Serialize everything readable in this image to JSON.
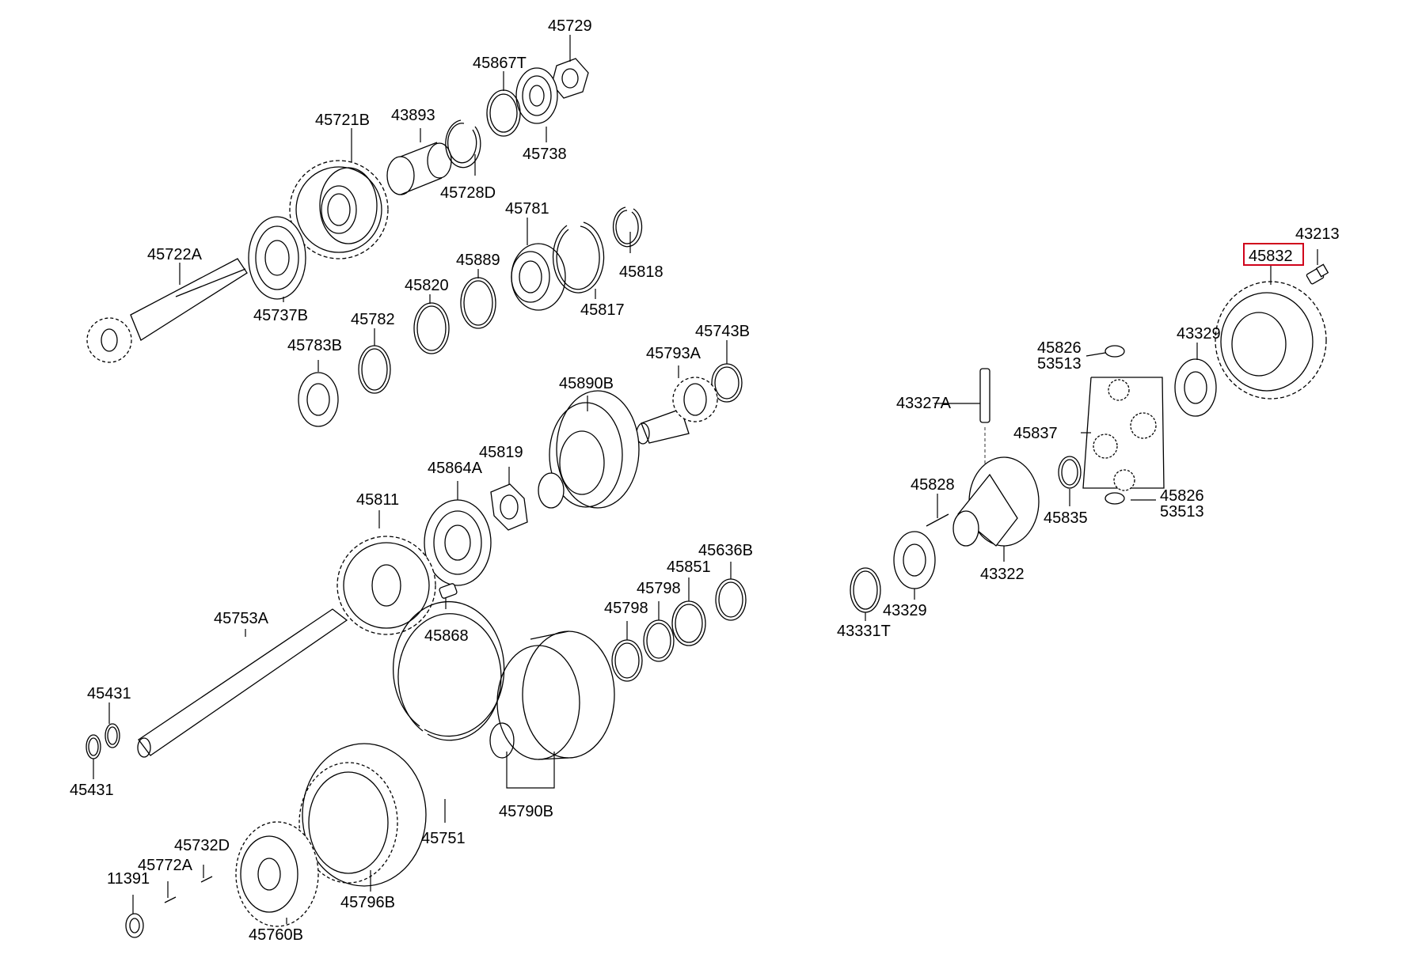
{
  "highlight_color": "#d0021b",
  "highlighted_part": "45832",
  "labels": {
    "p45729": "45729",
    "p45867T": "45867T",
    "p45721B": "45721B",
    "p43893": "43893",
    "p45738": "45738",
    "p45728D": "45728D",
    "p45781": "45781",
    "p45722A": "45722A",
    "p45889": "45889",
    "p45818": "45818",
    "p45820": "45820",
    "p45737B": "45737B",
    "p45817": "45817",
    "p45782": "45782",
    "p45783B": "45783B",
    "p45743B": "45743B",
    "p45793A": "45793A",
    "p45890B": "45890B",
    "p45819": "45819",
    "p45864A": "45864A",
    "p45811": "45811",
    "p45636B": "45636B",
    "p45851": "45851",
    "p45798a": "45798",
    "p45798b": "45798",
    "p45753A": "45753A",
    "p45868": "45868",
    "p45431a": "45431",
    "p45431b": "45431",
    "p45790B": "45790B",
    "p45751": "45751",
    "p45732D": "45732D",
    "p45772A": "45772A",
    "p11391": "11391",
    "p45796B": "45796B",
    "p45760B": "45760B",
    "p43213": "43213",
    "p45832": "45832",
    "p43329a": "43329",
    "p45826a": "45826",
    "p53513a": "53513",
    "p43327A": "43327A",
    "p45837": "45837",
    "p45828": "45828",
    "p45826b": "45826",
    "p53513b": "53513",
    "p45835": "45835",
    "p43322": "43322",
    "p43329b": "43329",
    "p43331T": "43331T"
  }
}
